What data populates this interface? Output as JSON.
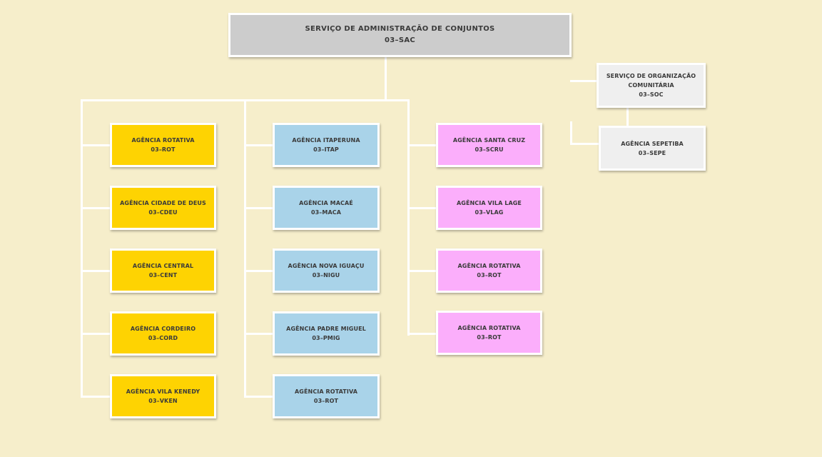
{
  "colors": {
    "background": "#f6eecb",
    "connector": "#ffffff",
    "root": "#cccccc",
    "column1": "#fed302",
    "column2": "#a9d3e9",
    "column3": "#fbaefb",
    "side": "#efefef"
  },
  "root": {
    "name": "SERVIÇO DE ADMINISTRAÇÃO DE CONJUNTOS",
    "code": "03–SAC"
  },
  "columns": [
    {
      "id": "yellow",
      "nodes": [
        {
          "name": "AGÊNCIA ROTATIVA",
          "code": "03–ROT"
        },
        {
          "name": "AGÊNCIA CIDADE DE DEUS",
          "code": "03–CDEU"
        },
        {
          "name": "AGÊNCIA CENTRAL",
          "code": "03–CENT"
        },
        {
          "name": "AGÊNCIA CORDEIRO",
          "code": "03–CORD"
        },
        {
          "name": "AGÊNCIA VILA KENEDY",
          "code": "03–VKEN"
        }
      ]
    },
    {
      "id": "blue",
      "nodes": [
        {
          "name": "AGÊNCIA ITAPERUNA",
          "code": "03–ITAP"
        },
        {
          "name": "AGÊNCIA MACAÉ",
          "code": "03–MACA"
        },
        {
          "name": "AGÊNCIA NOVA IGUAÇU",
          "code": "03–NIGU"
        },
        {
          "name": "AGÊNCIA PADRE MIGUEL",
          "code": "03–PMIG"
        },
        {
          "name": "AGÊNCIA ROTATIVA",
          "code": "03–ROT"
        }
      ]
    },
    {
      "id": "pink",
      "nodes": [
        {
          "name": "AGÊNCIA SANTA CRUZ",
          "code": "03–SCRU"
        },
        {
          "name": "AGÊNCIA VILA LAGE",
          "code": "03–VLAG"
        },
        {
          "name": "AGÊNCIA ROTATIVA",
          "code": "03–ROT"
        },
        {
          "name": "AGÊNCIA ROTATIVA",
          "code": "03–ROT"
        }
      ]
    }
  ],
  "side": {
    "parent": {
      "name_line1": "SERVIÇO DE ORGANIZAÇÃO",
      "name_line2": "COMUNITÁRIA",
      "code": "03–SOC"
    },
    "child": {
      "name": "AGÊNCIA SEPETIBA",
      "code": "03–SEPE"
    }
  }
}
